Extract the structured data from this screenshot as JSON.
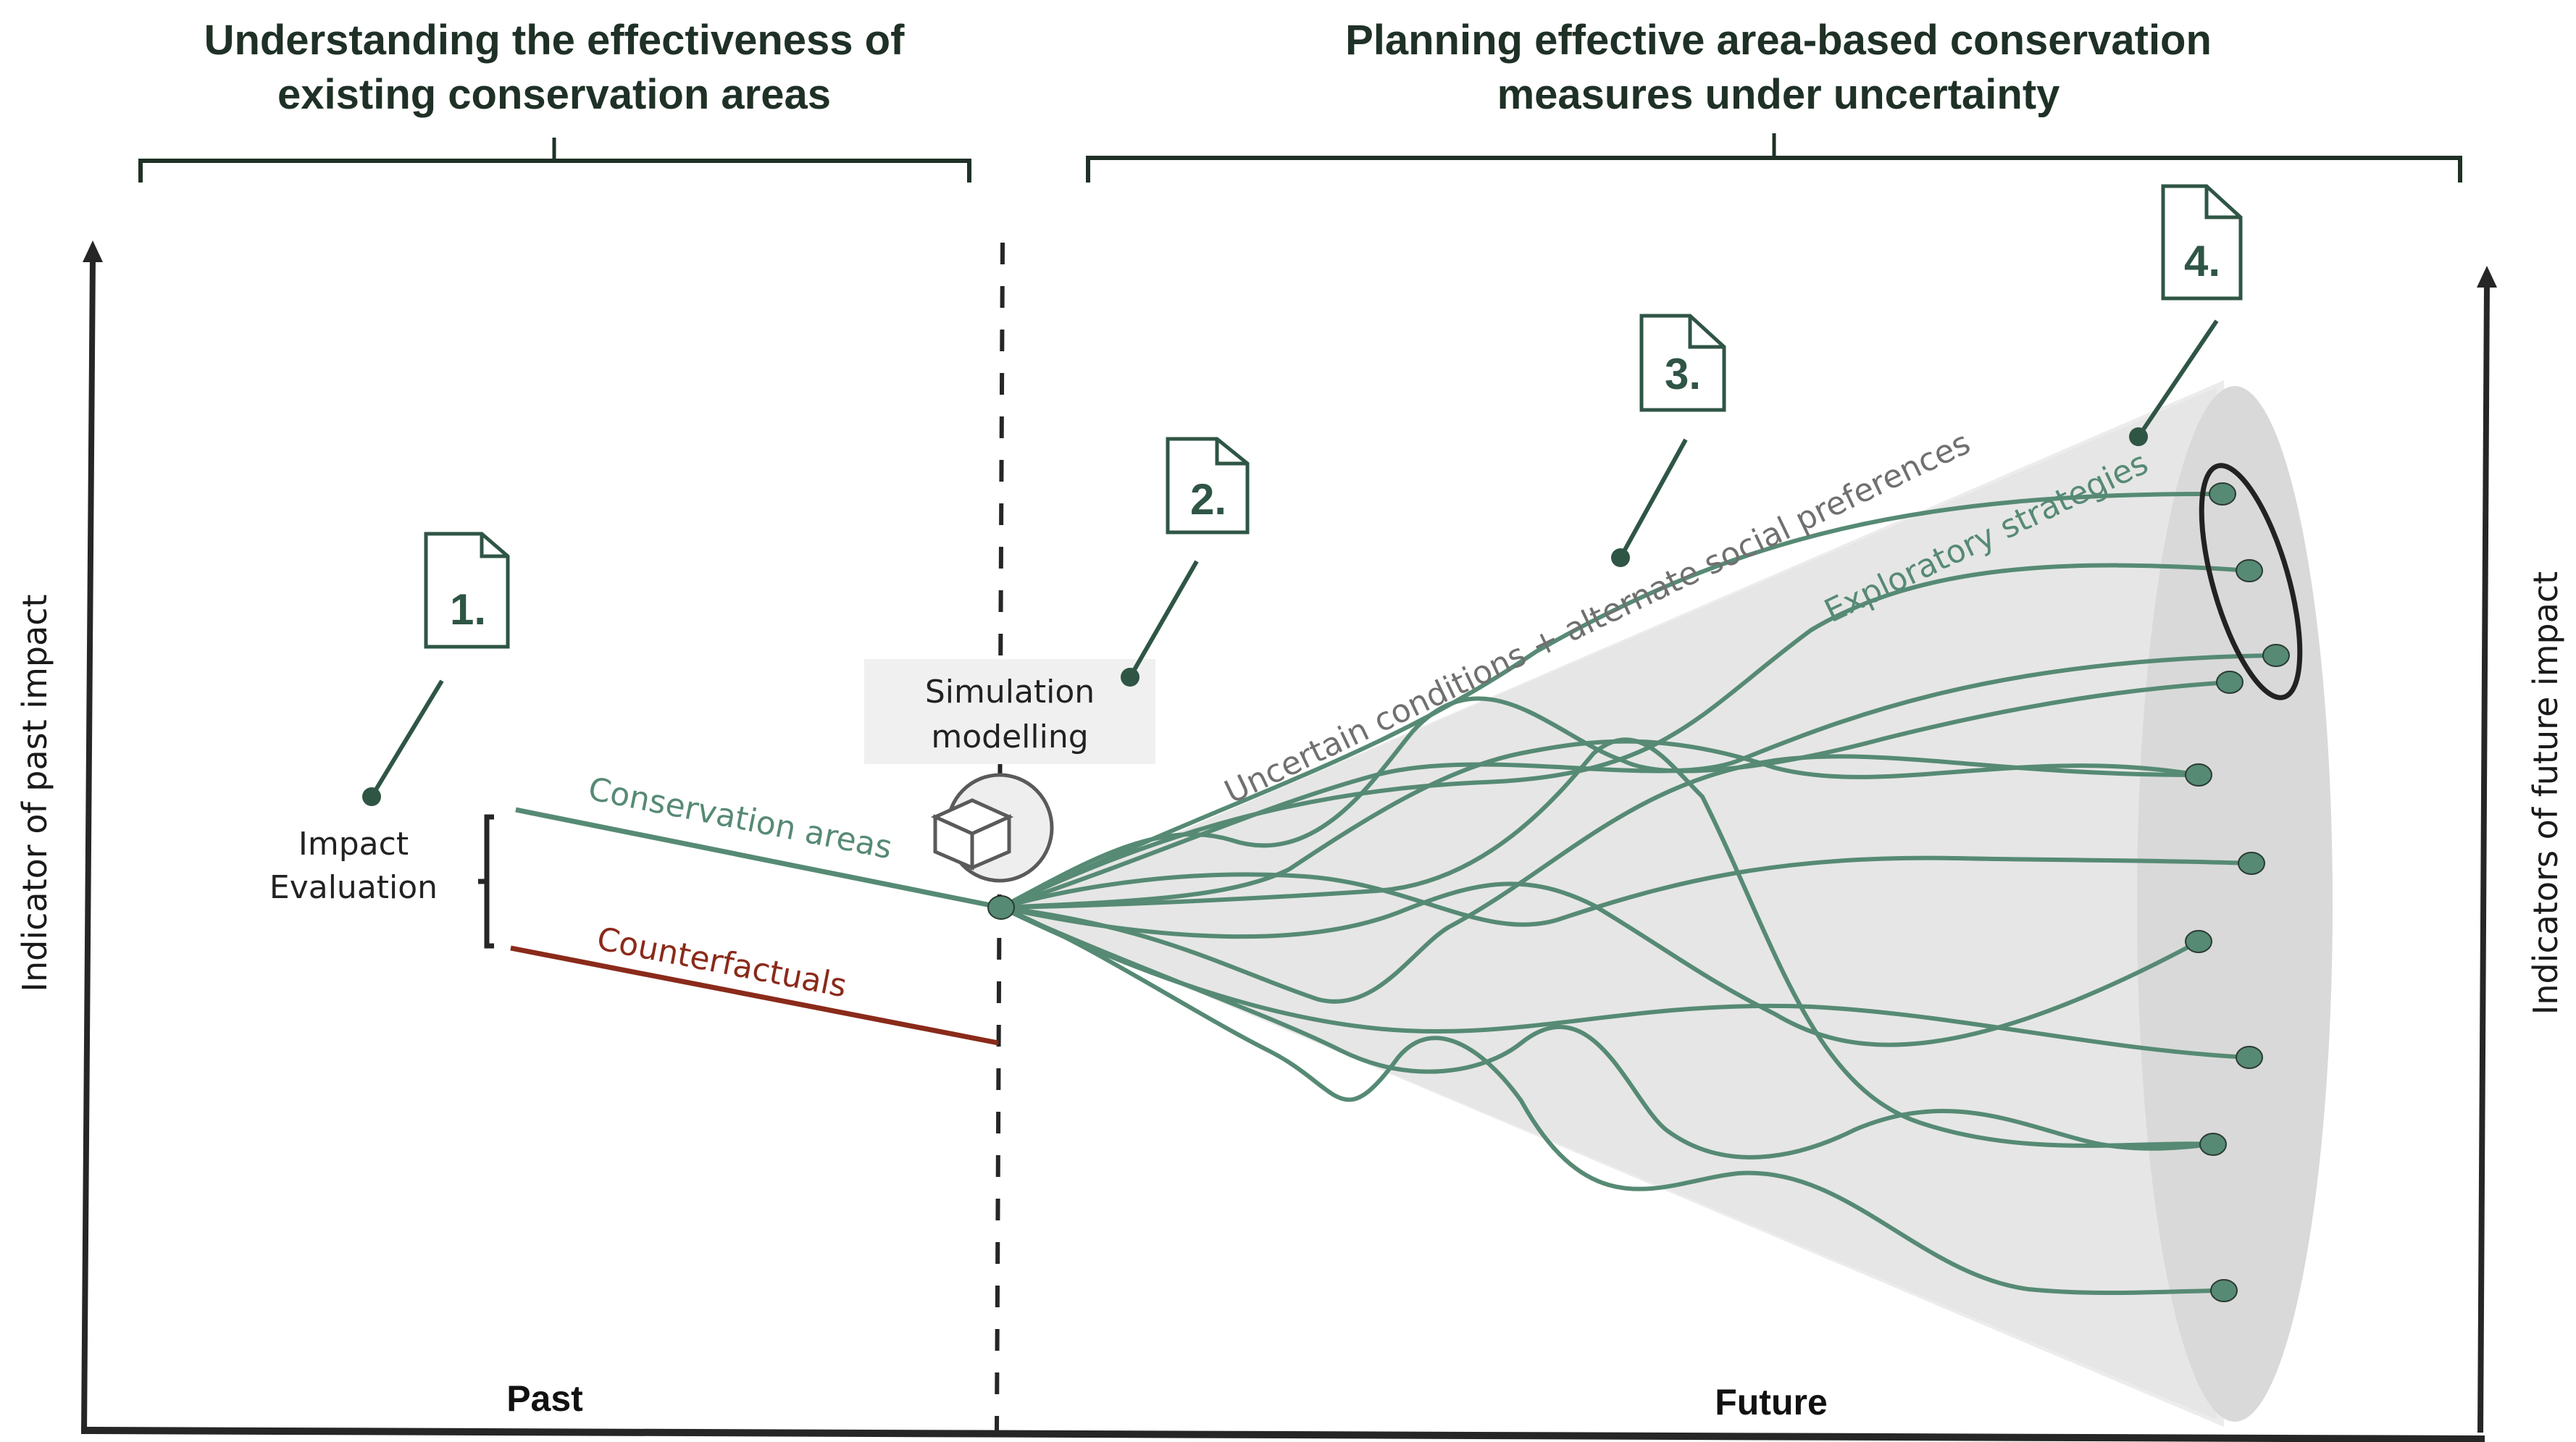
{
  "headings": {
    "left": [
      "Understanding the effectiveness of",
      "existing conservation areas"
    ],
    "right": [
      "Planning effective area-based conservation",
      "measures under uncertainty"
    ]
  },
  "axes": {
    "left_y_label": "Indicator of past impact",
    "right_y_label": "Indicators of future impact",
    "past_label": "Past",
    "future_label": "Future"
  },
  "steps": [
    {
      "number": "1.",
      "target": "Impact Evaluation"
    },
    {
      "number": "2.",
      "target": "Simulation modelling"
    },
    {
      "number": "3.",
      "target": "Uncertain conditions + alternate social preferences"
    },
    {
      "number": "4.",
      "target": "Selected exploratory strategies"
    }
  ],
  "labels": {
    "impact_evaluation": [
      "Impact",
      "Evaluation"
    ],
    "conservation_areas": "Conservation areas",
    "counterfactuals": "Counterfactuals",
    "simulation_modelling": [
      "Simulation",
      "modelling"
    ],
    "uncertain_conditions": "Uncertain conditions + alternate social preferences",
    "exploratory_strategies": "Exploratory strategies"
  },
  "colors": {
    "dark_green": "#2f5545",
    "strategy_green": "#568a74",
    "counterfactual_red": "#8a2a1a",
    "cone_light": "#e8e8e8",
    "cone_end": "#d8d8d8",
    "axis": "#262626"
  },
  "strategy_count": 11,
  "highlighted_strategies": 3
}
